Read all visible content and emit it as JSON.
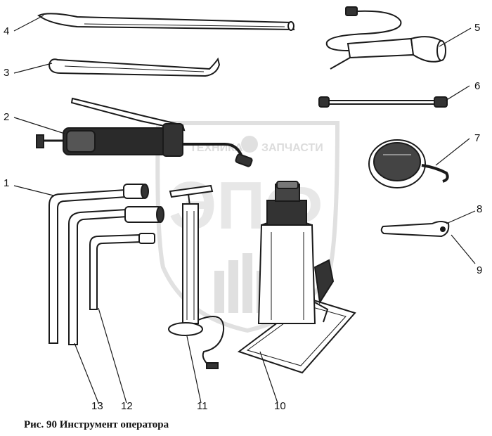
{
  "figure": {
    "caption_number": "Рис. 90",
    "caption_text": "Инструмент оператора"
  },
  "watermark": {
    "line1_left": "ТЕХНИКА",
    "line1_right": "ЗАПЧАСТИ",
    "big_letters": "ЭПФ",
    "color": "#d8d8d8"
  },
  "labels": [
    "1",
    "2",
    "3",
    "4",
    "5",
    "6",
    "7",
    "8",
    "9",
    "10",
    "11",
    "12",
    "13"
  ],
  "ink_color": "#1a1a1a"
}
